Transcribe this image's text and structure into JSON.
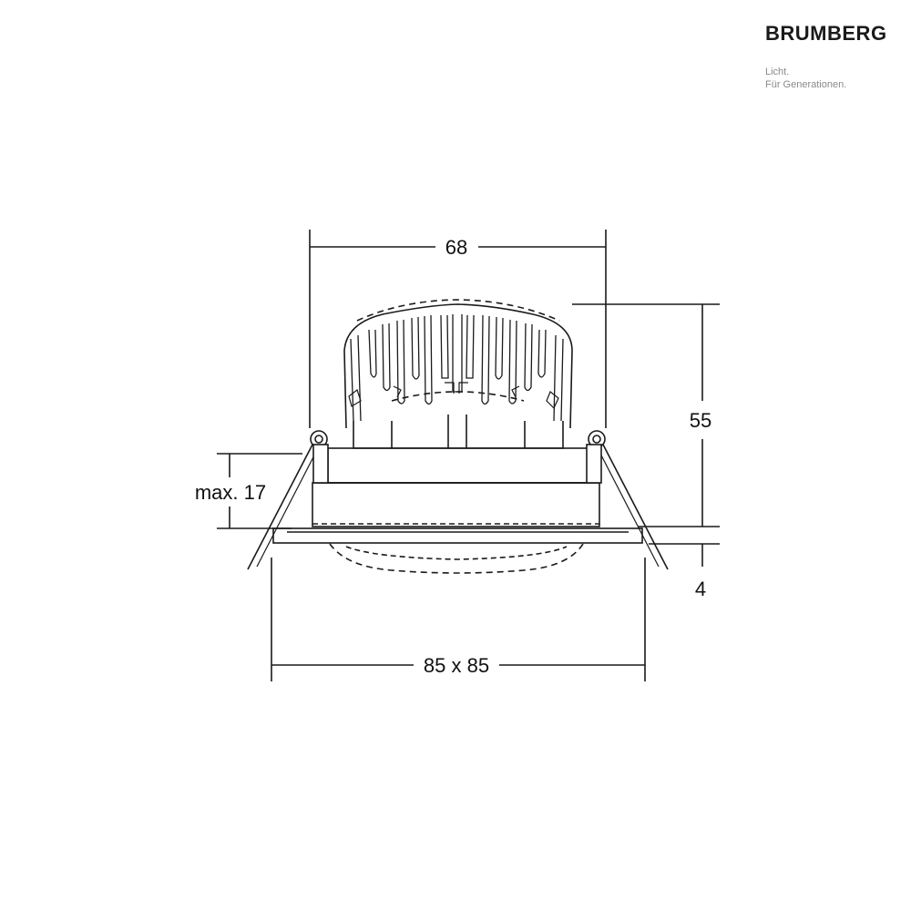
{
  "brand": {
    "name": "BRUMBERG",
    "tagline_line1": "Licht.",
    "tagline_line2": "Für Generationen."
  },
  "dimensions": {
    "top_width": "68",
    "height": "55",
    "max_depth": "max. 17",
    "flange_thickness": "4",
    "frame_size": "85 x 85"
  },
  "colors": {
    "line": "#1a1a1a",
    "brand_text": "#1a1a1a",
    "tagline_text": "#8a8a8a"
  }
}
